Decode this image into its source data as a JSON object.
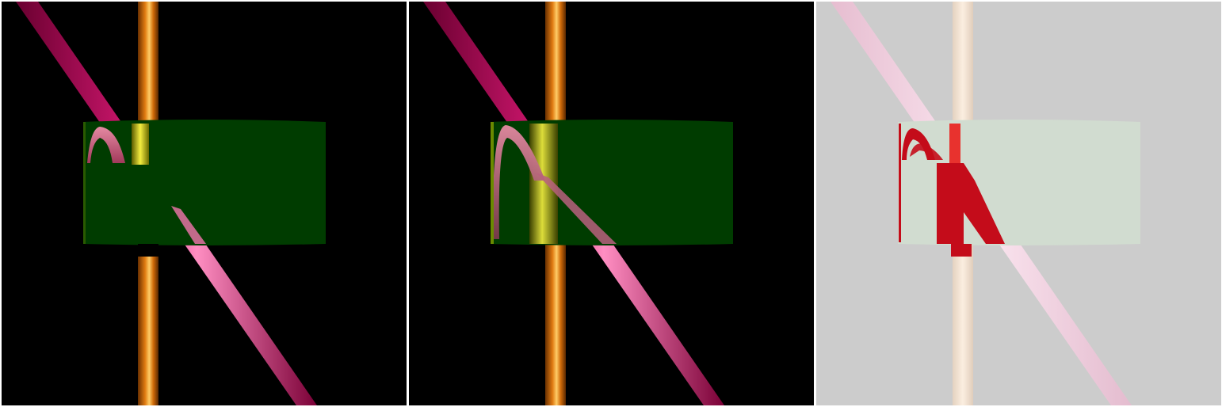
{
  "window": {
    "title": ""
  },
  "views": [
    {
      "id": "render-incorrect",
      "background": "#000000",
      "ring_color": "#003b00",
      "rod_color": "#d4700a",
      "tube_color": "#c8136a"
    },
    {
      "id": "render-correct",
      "background": "#000000",
      "ring_color": "#003b00",
      "rod_color": "#d4700a",
      "tube_color": "#c8136a"
    },
    {
      "id": "render-difference",
      "background": "#cccccc",
      "ring_color": "#d1dcd0",
      "rod_color": "#f3e3d3",
      "tube_color": "#f2cfe0",
      "highlight_color": "#c40c1a"
    }
  ]
}
